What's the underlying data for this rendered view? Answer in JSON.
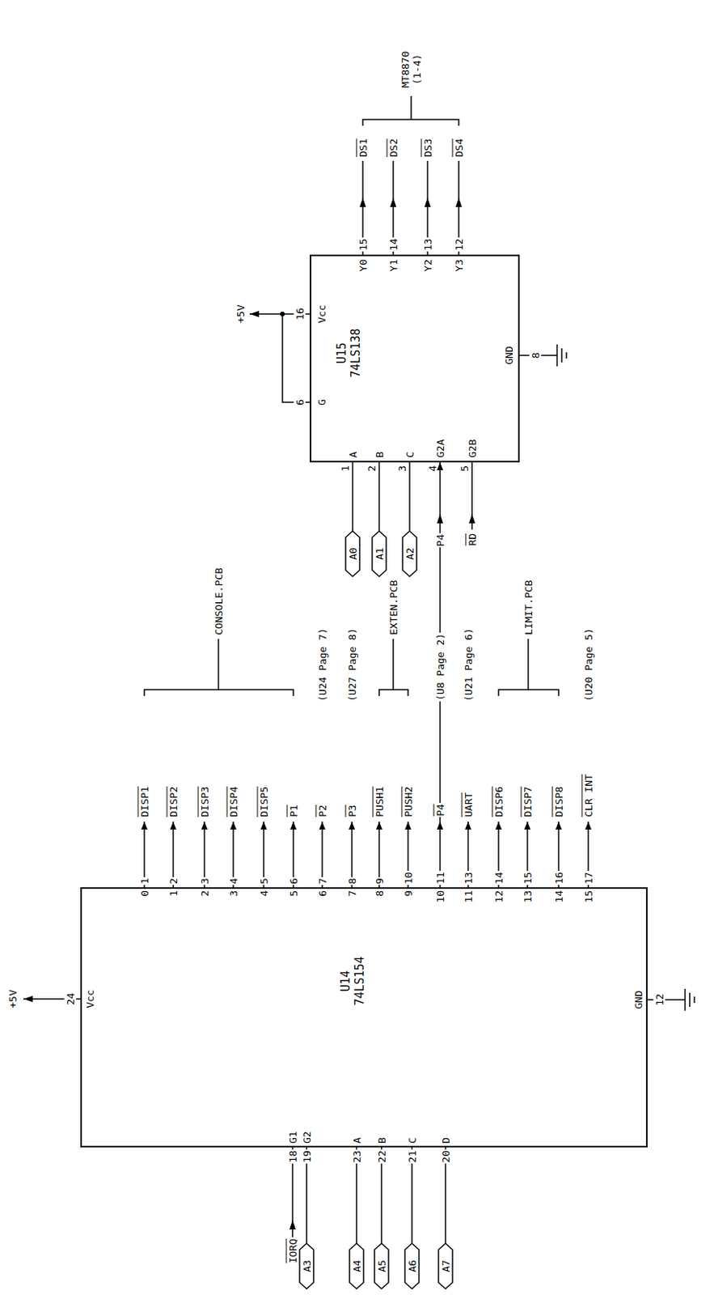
{
  "diagram": {
    "nodes": [
      {
        "text": [
          "U14",
          "74LS154"
        ]
      },
      {
        "text": [
          "U15",
          "74LS138"
        ]
      }
    ],
    "edges": [
      {
        "from": 0,
        "to": 1,
        "arrow": "to"
      }
    ],
    "labels": [
      "IORQ",
      "A3",
      "A4",
      "A5",
      "A6",
      "A7",
      "18",
      "G1",
      "19",
      "G2",
      "23",
      "A",
      "22",
      "B",
      "21",
      "C",
      "20",
      "D",
      "+5V",
      "24",
      "Vcc",
      "GND",
      "12",
      "0",
      "1",
      "DISP1",
      "1",
      "2",
      "DISP2",
      "2",
      "3",
      "DISP3",
      "3",
      "4",
      "DISP4",
      "4",
      "5",
      "DISP5",
      "5",
      "6",
      "P1",
      "6",
      "7",
      "P2",
      "7",
      "8",
      "P3",
      "8",
      "9",
      "PUSH1",
      "9",
      "10",
      "PUSH2",
      "10",
      "11",
      "P4",
      "11",
      "13",
      "UART",
      "12",
      "14",
      "DISP6",
      "13",
      "15",
      "DISP7",
      "14",
      "16",
      "DISP8",
      "15",
      "17",
      "CLR INT",
      "CONSOLE.PCB",
      "(U24 Page 7)",
      "(U27 Page 8)",
      "EXTEN.PCB",
      "(U8 Page 2)",
      "(U21 Page 6)",
      "LIMIT.PCB",
      "(U20 Page 5)",
      "A0",
      "A1",
      "A2",
      "P4",
      "RD",
      "1",
      "A",
      "2",
      "B",
      "3",
      "C",
      "4",
      "G2A",
      "5",
      "G2B",
      "+5V",
      "16",
      "Vcc",
      "6",
      "G",
      "GND",
      "8",
      "Y0",
      "15",
      "Y1",
      "14",
      "Y2",
      "13",
      "Y3",
      "12",
      "DS1",
      "DS2",
      "DS3",
      "DS4",
      "MT8870 (1-4)"
    ]
  }
}
